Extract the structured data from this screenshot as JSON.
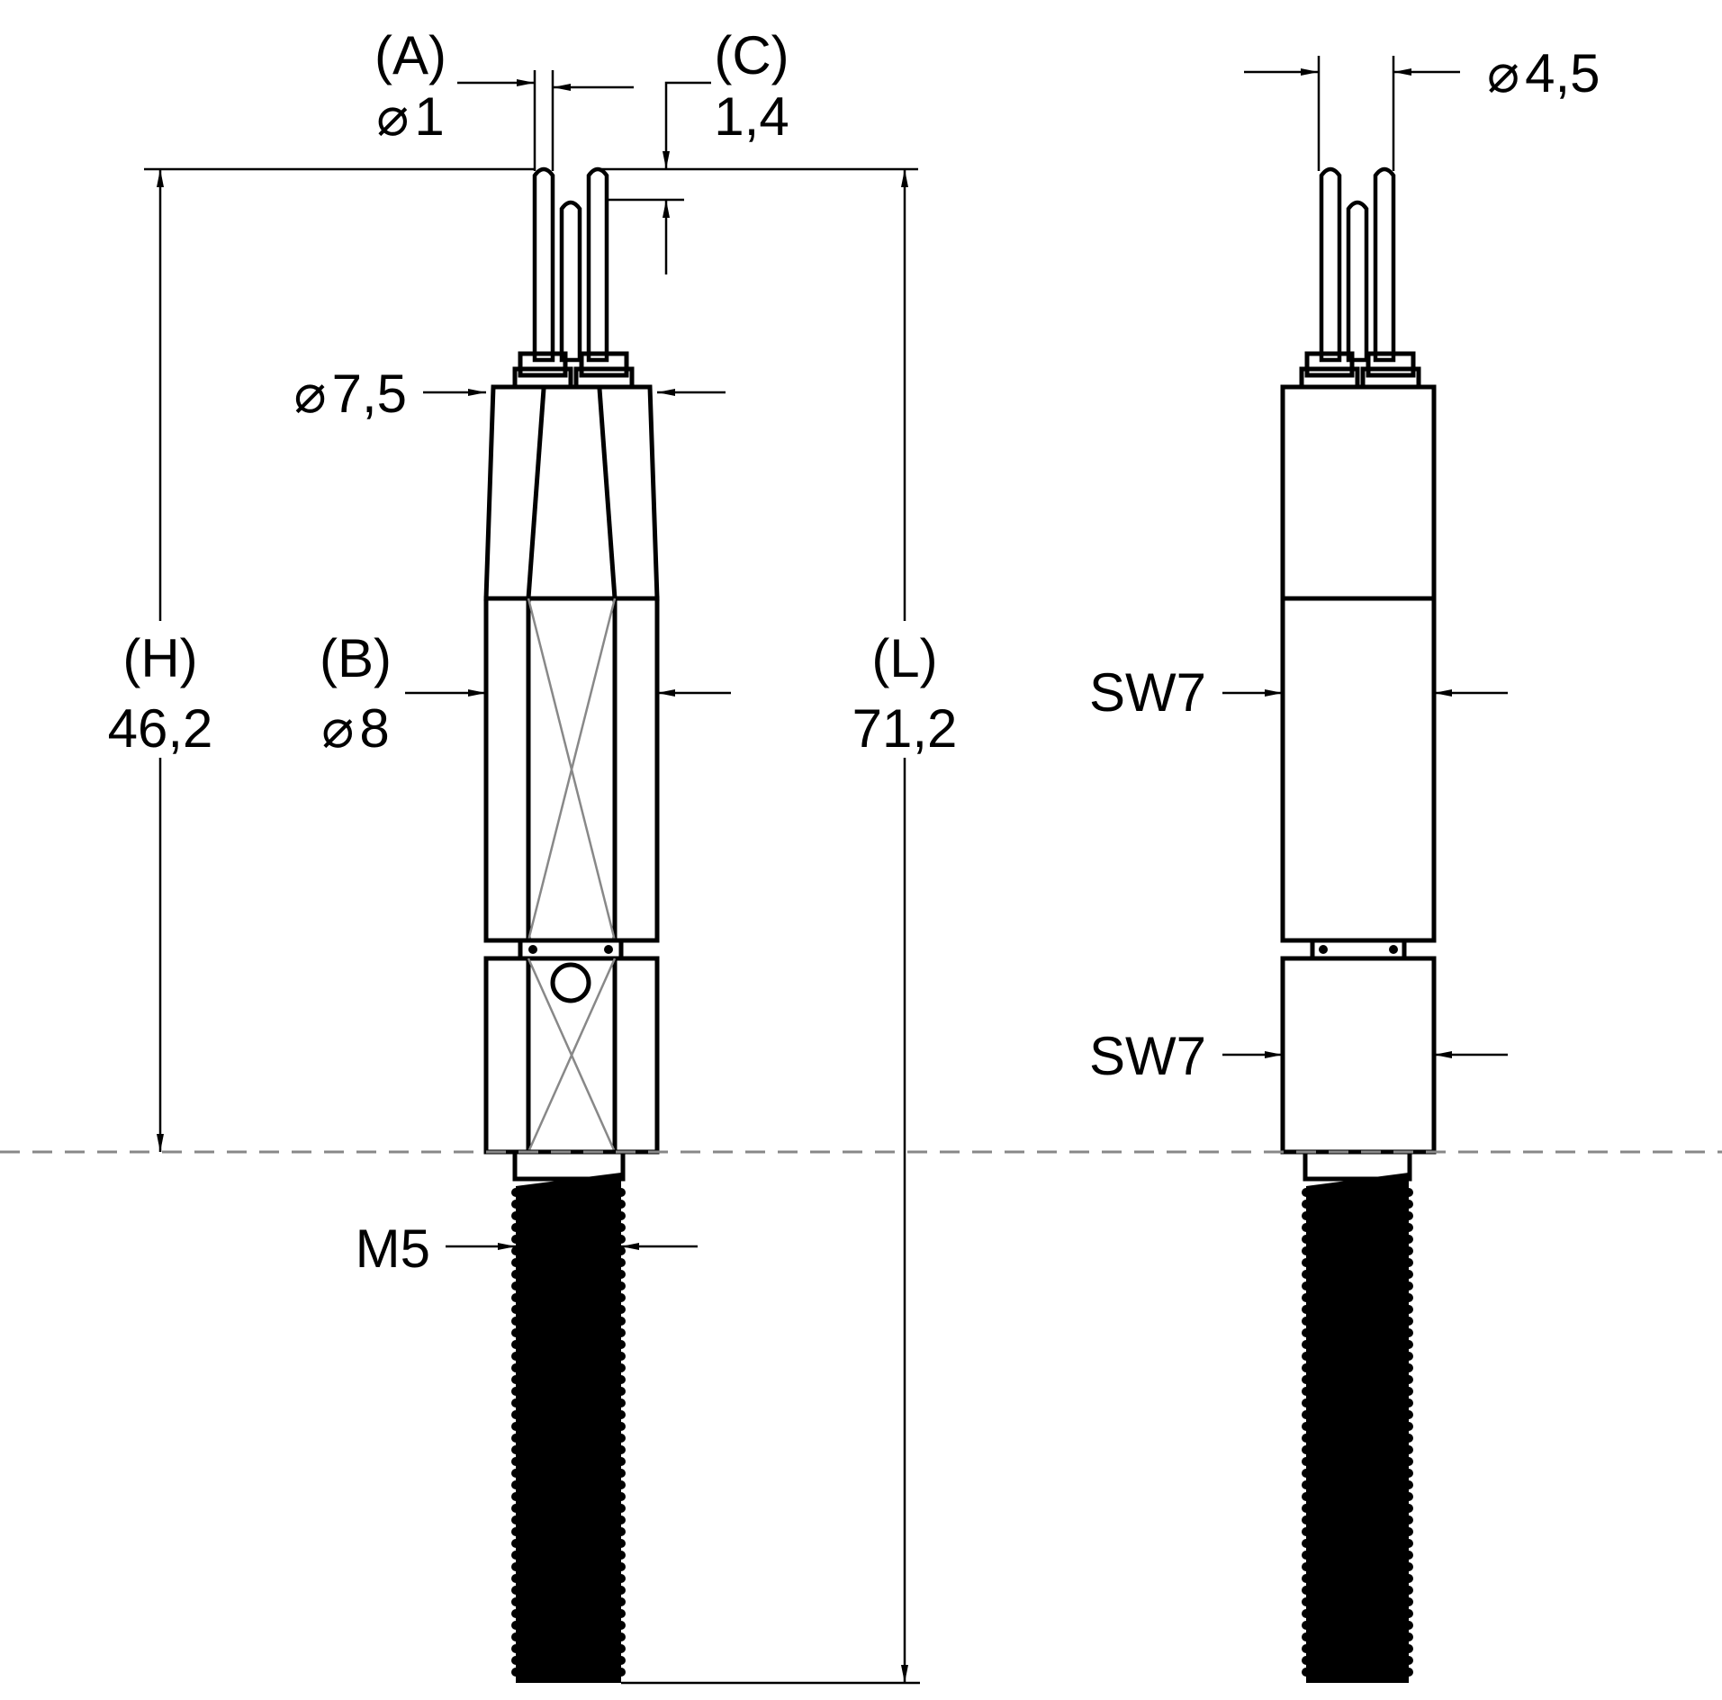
{
  "dimensions": {
    "a": {
      "tag": "(A)",
      "value": "1",
      "symbol": "⌀"
    },
    "c": {
      "tag": "(C)",
      "value": "1,4"
    },
    "pin_circle": {
      "value": "4,5",
      "symbol": "⌀"
    },
    "top_dia": {
      "value": "7,5",
      "symbol": "⌀"
    },
    "h": {
      "tag": "(H)",
      "value": "46,2"
    },
    "b": {
      "tag": "(B)",
      "value": "8",
      "symbol": "⌀"
    },
    "l": {
      "tag": "(L)",
      "value": "71,2"
    },
    "sw_upper": "SW7",
    "sw_lower": "SW7",
    "thread": "M5"
  }
}
